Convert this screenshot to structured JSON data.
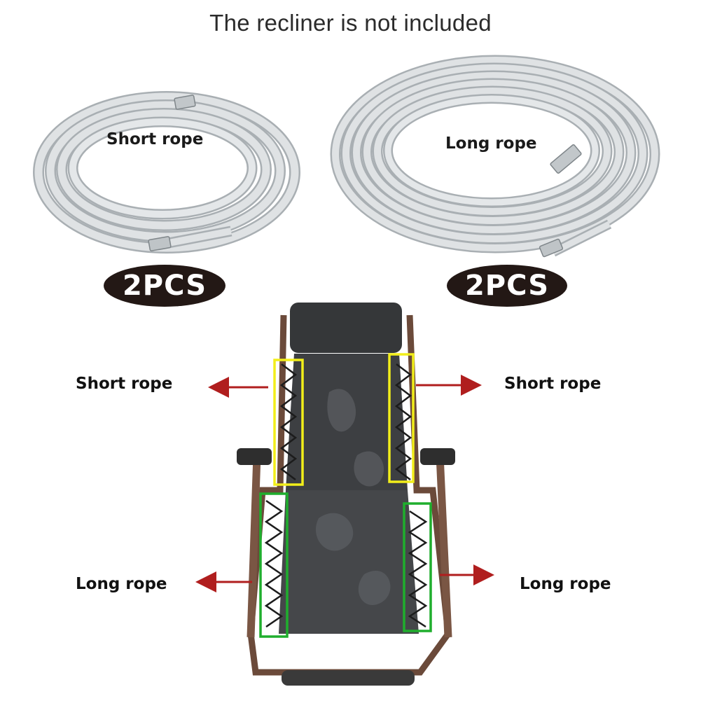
{
  "notice": "The recliner is not included",
  "coils": {
    "short_label": "Short rope",
    "long_label": "Long rope"
  },
  "badges": {
    "left": "2PCS",
    "right": "2PCS"
  },
  "callouts": {
    "upper_left": "Short rope",
    "upper_right": "Short rope",
    "lower_left": "Long rope",
    "lower_right": "Long rope"
  },
  "colors": {
    "rope": "#d6dadd",
    "rope_edge": "#9ea4a8",
    "badge": "#231815",
    "arrow": "#b01e1e",
    "short_box": "#f2ee1a",
    "long_box": "#1fae2d",
    "frame": "#6b4a3a",
    "fabric": "#3d3f42"
  }
}
